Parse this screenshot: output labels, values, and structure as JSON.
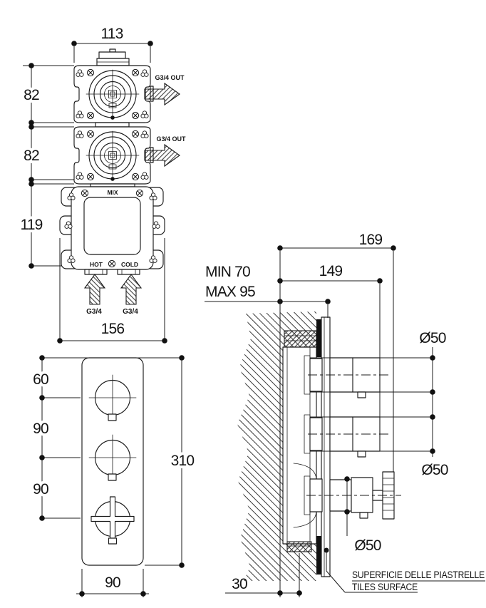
{
  "drawing": {
    "front_view": {
      "dim_width_top": "113",
      "dim_box1_height": "82",
      "dim_box2_height": "82",
      "dim_body_height": "119",
      "dim_width_bottom": "156",
      "outlet_top_label": "G3/4 OUT",
      "outlet_bottom_label": "G3/4 OUT",
      "mix_label": "MIX",
      "hot_label": "HOT",
      "cold_label": "COLD",
      "inlet_hot_label": "G3/4",
      "inlet_cold_label": "G3/4"
    },
    "plate_view": {
      "dim_top_offset": "60",
      "dim_spacing_upper": "90",
      "dim_spacing_lower": "90",
      "dim_height": "310",
      "dim_width": "90"
    },
    "section_view": {
      "dim_total_depth": "169",
      "dim_handle_depth": "149",
      "dim_rough_in_min": "MIN 70",
      "dim_rough_in_max": "MAX 95",
      "dim_inlet_depth": "30",
      "dim_handle1_dia": "Ø50",
      "dim_handle2_dia": "Ø50",
      "dim_handle3_dia": "Ø50",
      "tiles_note_it": "SUPERFICIE DELLE PIASTRELLE",
      "tiles_note_en": "TILES SURFACE"
    }
  }
}
